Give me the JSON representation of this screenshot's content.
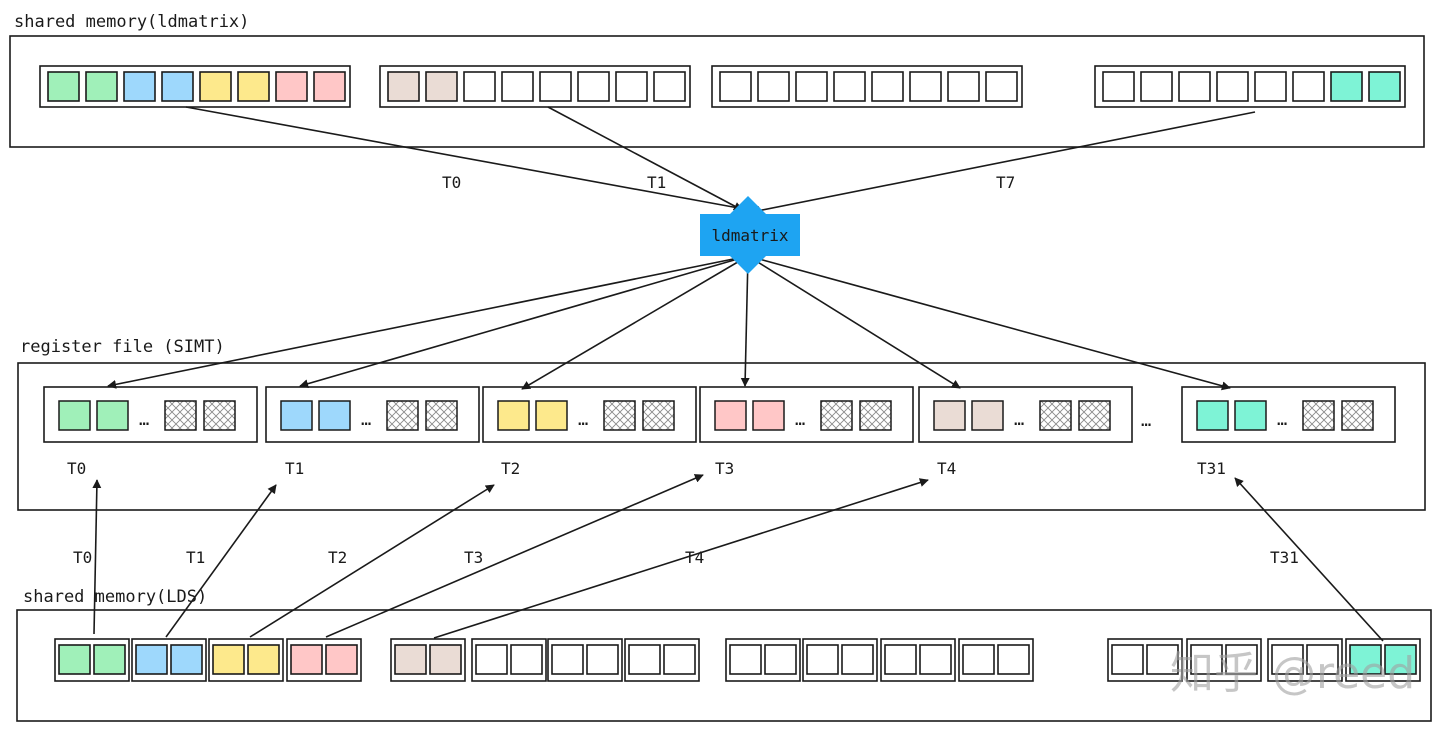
{
  "colors": {
    "green": "#a0f0b9",
    "blue": "#9ed8fc",
    "yellow": "#fde98c",
    "pink": "#ffc7c7",
    "beige": "#eadcd5",
    "teal": "#7ef3d6",
    "empty": "#ffffff",
    "accent": "#1ea4f2",
    "stroke": "#1a1a1a"
  },
  "smem_ldmatrix": {
    "label": "shared memory(ldmatrix)",
    "groups": [
      [
        "green",
        "green",
        "blue",
        "blue",
        "yellow",
        "yellow",
        "pink",
        "pink"
      ],
      [
        "beige",
        "beige",
        "empty",
        "empty",
        "empty",
        "empty",
        "empty",
        "empty"
      ],
      [
        "empty",
        "empty",
        "empty",
        "empty",
        "empty",
        "empty",
        "empty",
        "empty"
      ],
      [
        "empty",
        "empty",
        "empty",
        "empty",
        "empty",
        "empty",
        "teal",
        "teal"
      ]
    ],
    "thread_labels": [
      "T0",
      "T1",
      "T7"
    ]
  },
  "ldmatrix_node": {
    "label": "ldmatrix"
  },
  "register_file": {
    "label": "register file (SIMT)",
    "ellipsis": "…",
    "gap_ellipsis": "…",
    "threads": [
      {
        "label": "T0",
        "color": "green"
      },
      {
        "label": "T1",
        "color": "blue"
      },
      {
        "label": "T2",
        "color": "yellow"
      },
      {
        "label": "T3",
        "color": "pink"
      },
      {
        "label": "T4",
        "color": "beige"
      },
      {
        "label": "T31",
        "color": "teal"
      }
    ]
  },
  "smem_lds": {
    "label": "shared memory(LDS)",
    "pairs": [
      "green",
      "blue",
      "yellow",
      "pink",
      "beige",
      "empty",
      "empty",
      "empty",
      "empty",
      "empty",
      "empty",
      "empty",
      "empty",
      "empty",
      "empty",
      "teal"
    ],
    "thread_labels": [
      "T0",
      "T1",
      "T2",
      "T3",
      "T4",
      "T31"
    ]
  },
  "watermark": "知乎 @reed"
}
